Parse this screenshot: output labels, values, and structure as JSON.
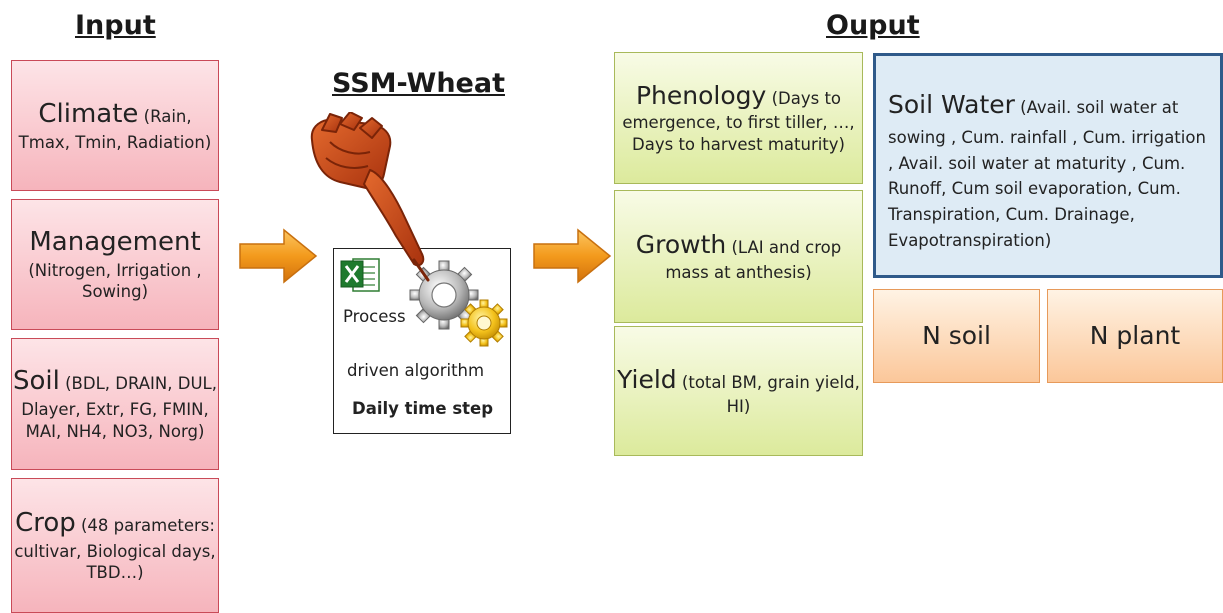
{
  "headings": {
    "input": "Input",
    "model": "SSM-Wheat",
    "output": "Ouput"
  },
  "inputs": [
    {
      "title": "Climate",
      "detail": " (Rain, Tmax, Tmin, Radiation)"
    },
    {
      "title": "Management",
      "detail": "(Nitrogen, Irrigation , Sowing)"
    },
    {
      "title": "Soil",
      "detail": " (BDL, DRAIN, DUL, Dlayer, Extr, FG, FMIN, MAI, NH4, NO3, Norg)"
    },
    {
      "title": "Crop",
      "detail": " (48 parameters: cultivar, Biological days, TBD…)"
    }
  ],
  "process": {
    "word": "Process",
    "line2": "driven algorithm",
    "line3": "Daily time step"
  },
  "outputs": {
    "phenology": {
      "title": "Phenology",
      "detail": " (Days to emergence, to first tiller, …, Days to harvest maturity)"
    },
    "growth": {
      "title": "Growth",
      "detail": " (LAI and crop mass at anthesis)"
    },
    "yield": {
      "title": "Yield",
      "detail": " (total BM, grain yield, HI)"
    },
    "soil_water": {
      "title": "Soil Water",
      "detail": " (Avail. soil water at sowing , Cum. rainfall , Cum. irrigation , Avail. soil water at maturity , Cum. Runoff, Cum soil evaporation, Cum. Transpiration, Cum. Drainage, Evapotranspiration)"
    },
    "n_soil": "N soil",
    "n_plant": "N plant"
  },
  "colors": {
    "input_box": "#f6b4bc",
    "output_box": "#dcea9c",
    "soil_water_box": "#deebf5",
    "n_box": "#fbc79a",
    "arrow": "#f39a1c",
    "hand": "#c4471a"
  },
  "icons": [
    "right-arrow-icon",
    "pointing-hand-icon",
    "excel-icon",
    "gear-icon"
  ]
}
